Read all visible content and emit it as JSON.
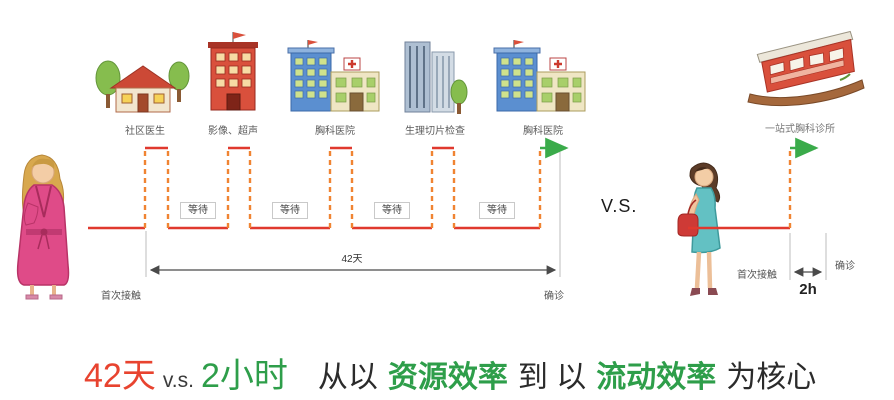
{
  "colors": {
    "accent_red": "#e8432f",
    "accent_green": "#2e9e4a",
    "line_red": "#e0392e",
    "line_orange": "#f08432",
    "arrow_green": "#3aab4a"
  },
  "left": {
    "stations": [
      {
        "label": "社区医生"
      },
      {
        "label": "影像、超声"
      },
      {
        "label": "胸科医院"
      },
      {
        "label": "生理切片检查"
      },
      {
        "label": "胸科医院"
      }
    ],
    "wait_label": "等待",
    "span_label": "42天",
    "start_label": "首次接触",
    "end_label": "确诊"
  },
  "vs_label": "V.S.",
  "right": {
    "station_label": "一站式胸科诊所",
    "start_label": "首次接触",
    "end_label": "确诊",
    "duration_label": "2h"
  },
  "caption": {
    "left_value": "42天",
    "vs": "v.s.",
    "right_value": "2小时",
    "prefix": "从以",
    "term1": "资源效率",
    "middle": "到 以",
    "term2": "流动效率",
    "suffix": "为核心"
  }
}
